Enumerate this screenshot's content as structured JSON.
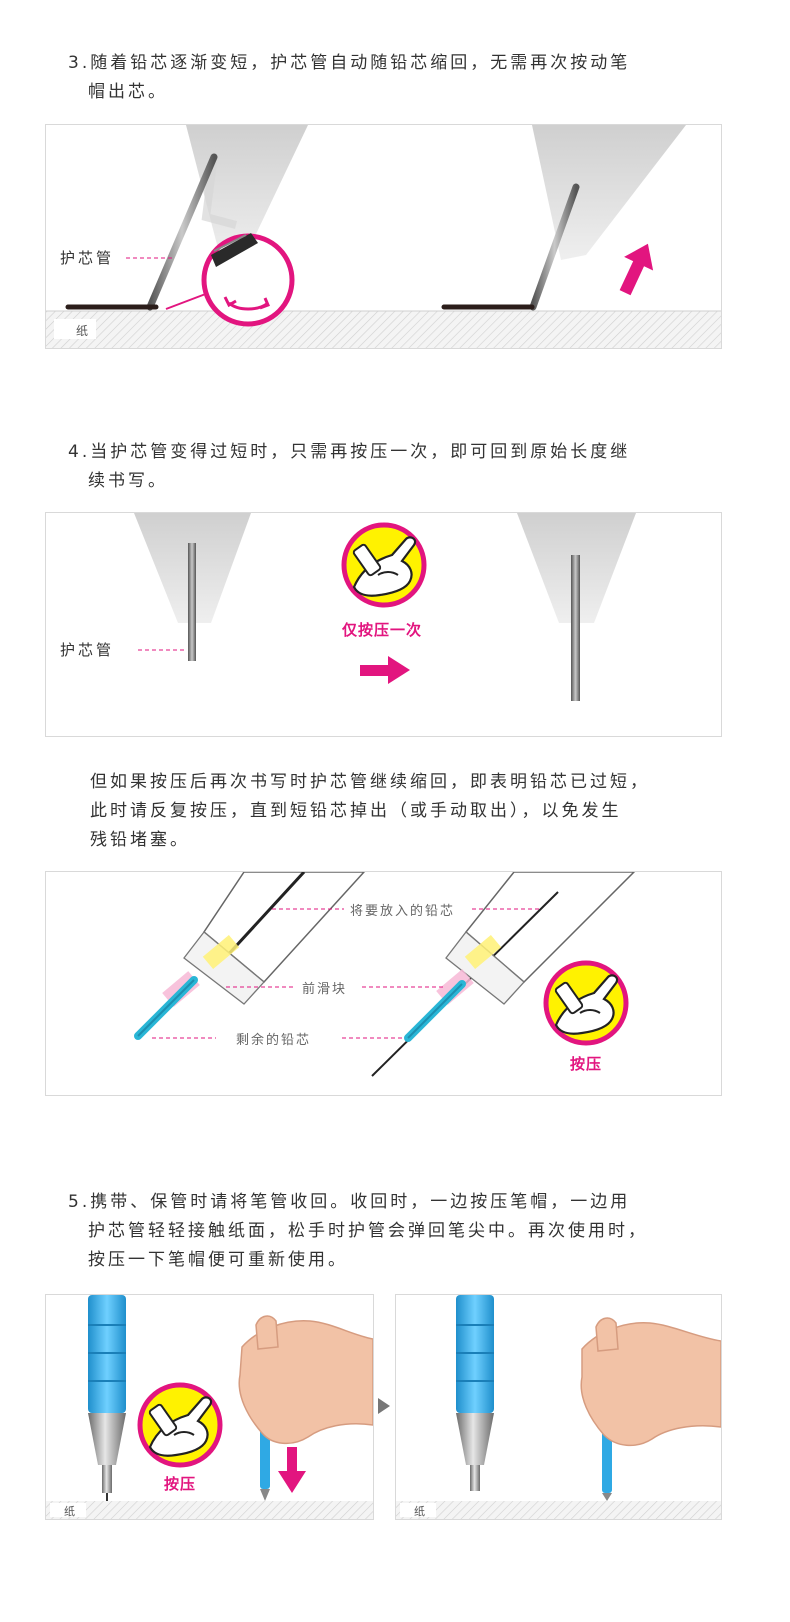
{
  "step3": {
    "line1": "3.随着铅芯逐渐变短，护芯管自动随铅芯缩回，无需再次按动笔",
    "line2": "帽出芯。",
    "sleeve_label": "护芯管",
    "paper_label": "纸"
  },
  "step4": {
    "line1": "4.当护芯管变得过短时，只需再按压一次，即可回到原始长度继",
    "line2": "续书写。",
    "sleeve_label": "护芯管",
    "press_once_label": "仅按压一次"
  },
  "note": {
    "line1": "但如果按压后再次书写时护芯管继续缩回，即表明铅芯已过短，",
    "line2": "此时请反复按压，直到短铅芯掉出（或手动取出），以免发生",
    "line3": "残铅堵塞。",
    "lead_to_insert_label": "将要放入的铅芯",
    "front_slider_label": "前滑块",
    "remaining_lead_label": "剩余的铅芯",
    "press_label": "按压"
  },
  "step5": {
    "line1": "5.携带、保管时请将笔管收回。收回时，一边按压笔帽，一边用",
    "line2": "护芯管轻轻接触纸面，松手时护管会弹回笔尖中。再次使用时，",
    "line3": "按压一下笔帽便可重新使用。",
    "press_label": "按压",
    "paper_label_left": "纸",
    "paper_label_right": "纸"
  },
  "colors": {
    "accent": "#e2157f",
    "lead": "#4a4a4a",
    "pen_blue": "#2fa9e4",
    "badge_yellow": "#fff200",
    "highlight_yellow": "#fff176",
    "highlight_pink": "#f7b8d6",
    "cyan": "#29b6d6"
  },
  "icons": [
    "finger-press-icon",
    "arrow-up-icon",
    "arrow-right-icon",
    "arrow-down-icon",
    "play-triangle-icon"
  ]
}
